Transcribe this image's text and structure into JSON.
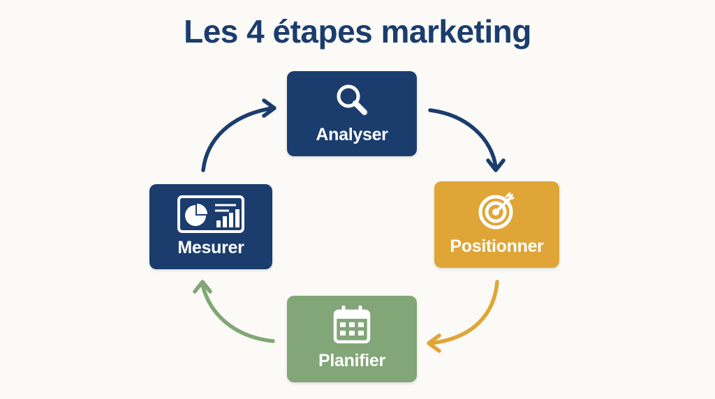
{
  "diagram": {
    "title": "Les 4 étapes marketing",
    "steps": [
      {
        "label": "Analyser",
        "icon": "magnifying-glass-icon",
        "color": "#1b3d6e"
      },
      {
        "label": "Positionner",
        "icon": "target-icon",
        "color": "#dfa537"
      },
      {
        "label": "Planifier",
        "icon": "calendar-icon",
        "color": "#82a677"
      },
      {
        "label": "Mesurer",
        "icon": "dashboard-chart-icon",
        "color": "#1b3d6e"
      }
    ],
    "connectors": [
      {
        "from": "Mesurer",
        "to": "Analyser",
        "color": "#1b3d6e"
      },
      {
        "from": "Analyser",
        "to": "Positionner",
        "color": "#1b3d6e"
      },
      {
        "from": "Positionner",
        "to": "Planifier",
        "color": "#dfa537"
      },
      {
        "from": "Planifier",
        "to": "Mesurer",
        "color": "#82a677"
      }
    ]
  }
}
